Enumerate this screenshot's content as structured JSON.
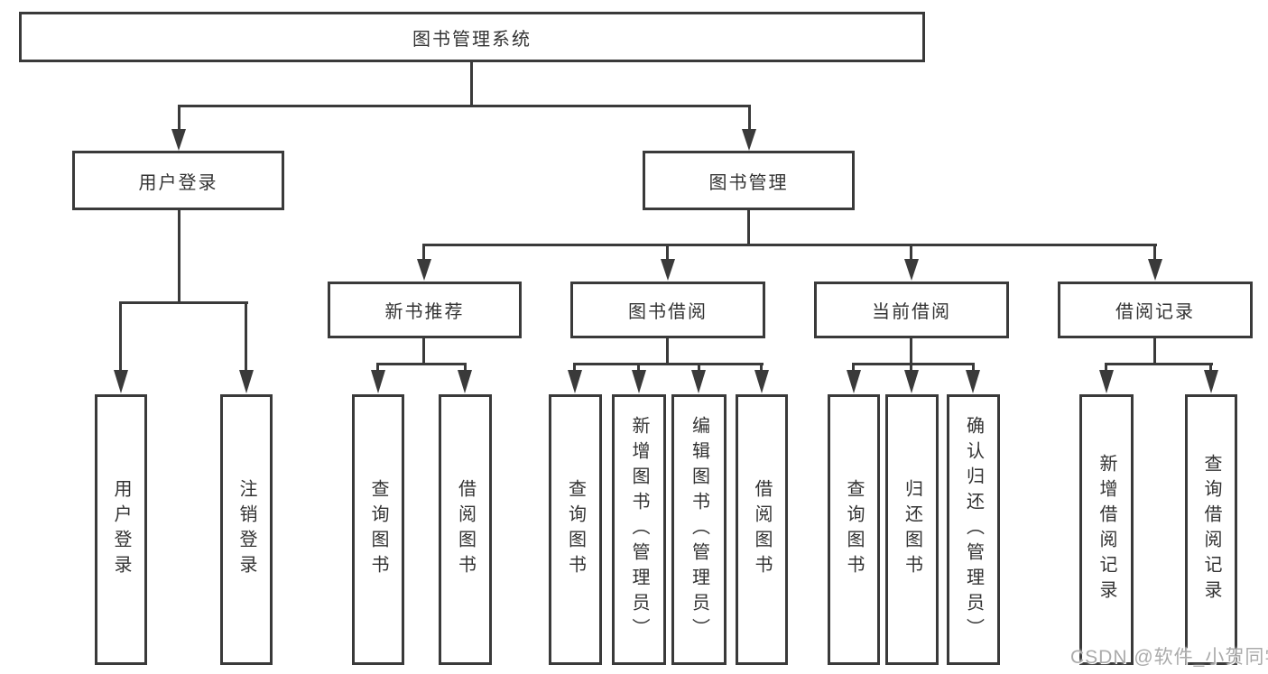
{
  "diagram": {
    "root": {
      "label": "图书管理系统"
    },
    "level2": [
      {
        "label": "用户登录"
      },
      {
        "label": "图书管理"
      }
    ],
    "level3": [
      {
        "label": "新书推荐"
      },
      {
        "label": "图书借阅"
      },
      {
        "label": "当前借阅"
      },
      {
        "label": "借阅记录"
      }
    ],
    "leaves": [
      {
        "label": "用户登录"
      },
      {
        "label": "注销登录"
      },
      {
        "label": "查询图书"
      },
      {
        "label": "借阅图书"
      },
      {
        "label": "查询图书"
      },
      {
        "label": "新增图书（管理员）"
      },
      {
        "label": "编辑图书（管理员）"
      },
      {
        "label": "借阅图书"
      },
      {
        "label": "查询图书"
      },
      {
        "label": "归还图书"
      },
      {
        "label": "确认归还（管理员）"
      },
      {
        "label": "新增借阅记录"
      },
      {
        "label": "查询借阅记录"
      }
    ]
  },
  "watermark": "CSDN @软件_小贺同学",
  "colors": {
    "line": "#3a3a3a",
    "text": "#333333",
    "watermark": "#ababab",
    "background": "#ffffff"
  }
}
